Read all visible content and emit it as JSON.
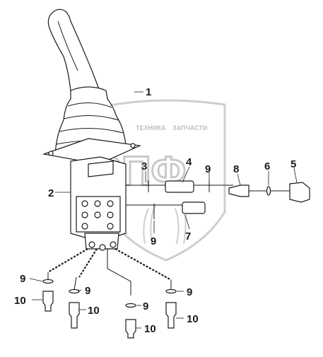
{
  "watermark": {
    "line1": "ТЕХНИКА",
    "line2": "ЗАПЧАСТИ",
    "logo_text": "СПФ"
  },
  "callouts": {
    "c1": "1",
    "c2": "2",
    "c3": "3",
    "c4": "4",
    "c5": "5",
    "c6": "6",
    "c7": "7",
    "c8": "8",
    "c9_top": "9",
    "c9_mid": "9",
    "c9_a": "9",
    "c9_b": "9",
    "c9_c": "9",
    "c9_d": "9",
    "c10_a": "10",
    "c10_b": "10",
    "c10_c": "10",
    "c10_d": "10"
  }
}
